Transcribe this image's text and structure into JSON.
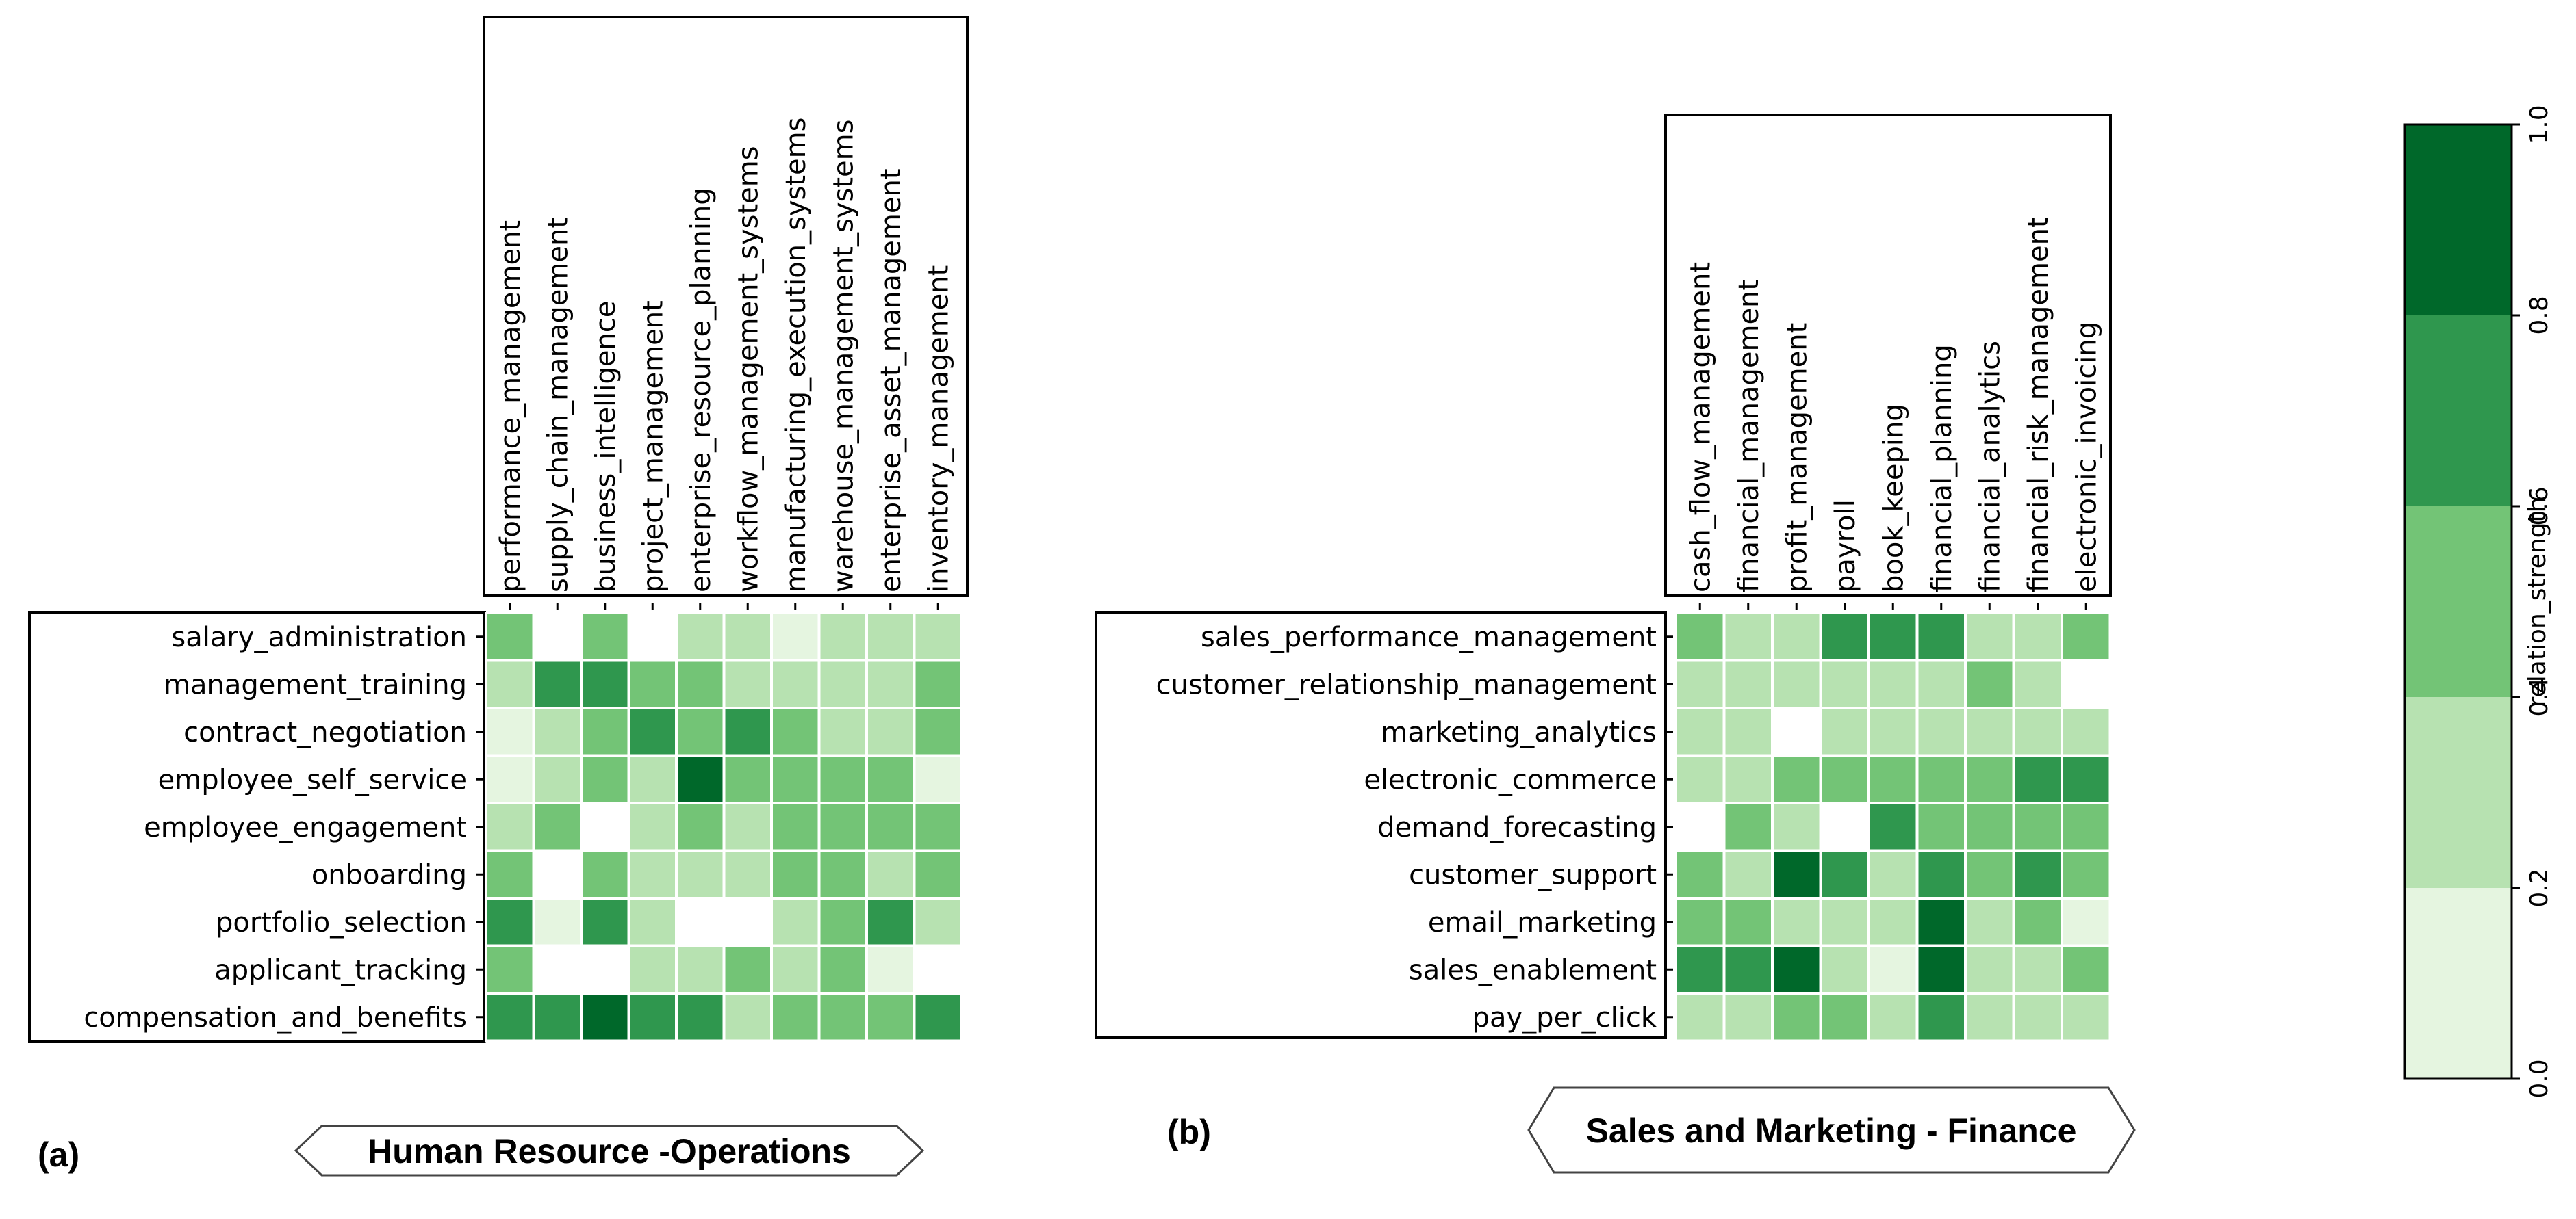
{
  "colors": {
    "cell_border": "#ffffff",
    "frame": "#000000",
    "scale": [
      "#e5f5e0",
      "#b7e2b1",
      "#73c476",
      "#2f974e",
      "#00682a"
    ]
  },
  "colorbar": {
    "label": "relation_strength",
    "ticks": [
      "0.0",
      "0.2",
      "0.4",
      "0.6",
      "0.8",
      "1.0"
    ],
    "range": [
      0,
      1
    ]
  },
  "chart_data": [
    {
      "type": "heatmap",
      "panel_label": "(a)",
      "title": "Human Resource -Operations",
      "columns": [
        "performance_management",
        "supply_chain_management",
        "business_intelligence",
        "project_management",
        "enterprise_resource_planning",
        "workflow_management_systems",
        "manufacturing_execution_systems",
        "warehouse_management_systems",
        "enterprise_asset_management",
        "inventory_management"
      ],
      "rows": [
        "salary_administration",
        "management_training",
        "contract_negotiation",
        "employee_self_service",
        "employee_engagement",
        "onboarding",
        "portfolio_selection",
        "applicant_tracking",
        "compensation_and_benefits"
      ],
      "values": [
        [
          0.45,
          null,
          0.55,
          null,
          0.35,
          0.3,
          0.15,
          0.3,
          0.25,
          0.3
        ],
        [
          0.35,
          0.65,
          0.65,
          0.45,
          0.55,
          0.3,
          0.3,
          0.35,
          0.35,
          0.45
        ],
        [
          0.15,
          0.25,
          0.55,
          0.6,
          0.55,
          0.65,
          0.4,
          0.35,
          0.25,
          0.45
        ],
        [
          0.15,
          0.3,
          0.5,
          0.35,
          0.95,
          0.5,
          0.5,
          0.5,
          0.55,
          0.15
        ],
        [
          0.35,
          0.55,
          null,
          0.3,
          0.55,
          0.3,
          0.55,
          0.45,
          0.5,
          0.45
        ],
        [
          0.45,
          null,
          0.55,
          0.25,
          0.3,
          0.35,
          0.4,
          0.4,
          0.35,
          0.45
        ],
        [
          0.7,
          0.1,
          0.75,
          0.3,
          null,
          null,
          0.25,
          0.45,
          0.6,
          0.25
        ],
        [
          0.5,
          null,
          null,
          0.35,
          0.35,
          0.4,
          0.25,
          0.5,
          0.15,
          null
        ],
        [
          0.65,
          0.6,
          0.85,
          0.75,
          0.7,
          0.3,
          0.55,
          0.5,
          0.45,
          0.7
        ]
      ],
      "vmin": 0,
      "vmax": 1
    },
    {
      "type": "heatmap",
      "panel_label": "(b)",
      "title": "Sales and Marketing - Finance",
      "columns": [
        "cash_flow_management",
        "financial_management",
        "profit_management",
        "payroll",
        "book_keeping",
        "financial_planning",
        "financial_analytics",
        "financial_risk_management",
        "electronic_invoicing"
      ],
      "rows": [
        "sales_performance_management",
        "customer_relationship_management",
        "marketing_analytics",
        "electronic_commerce",
        "demand_forecasting",
        "customer_support",
        "email_marketing",
        "sales_enablement",
        "pay_per_click"
      ],
      "values": [
        [
          0.55,
          0.3,
          0.2,
          0.6,
          0.6,
          0.65,
          0.35,
          0.3,
          0.5
        ],
        [
          0.3,
          0.3,
          0.3,
          0.35,
          0.3,
          0.35,
          0.4,
          0.3,
          null
        ],
        [
          0.2,
          0.25,
          null,
          0.3,
          0.3,
          0.3,
          0.2,
          0.35,
          0.2
        ],
        [
          0.3,
          0.2,
          0.4,
          0.55,
          0.55,
          0.5,
          0.45,
          0.6,
          0.7
        ],
        [
          null,
          0.4,
          0.3,
          null,
          0.6,
          0.45,
          0.45,
          0.45,
          0.45
        ],
        [
          0.55,
          0.25,
          0.85,
          0.6,
          0.25,
          0.6,
          0.45,
          0.6,
          0.45
        ],
        [
          0.5,
          0.45,
          0.35,
          0.2,
          0.3,
          0.8,
          0.35,
          0.45,
          0.15
        ],
        [
          0.6,
          0.75,
          0.9,
          0.35,
          0.15,
          0.8,
          0.2,
          0.35,
          0.45
        ],
        [
          0.2,
          0.3,
          0.4,
          0.4,
          0.25,
          0.6,
          0.2,
          0.2,
          0.25
        ]
      ],
      "vmin": 0,
      "vmax": 1
    }
  ]
}
